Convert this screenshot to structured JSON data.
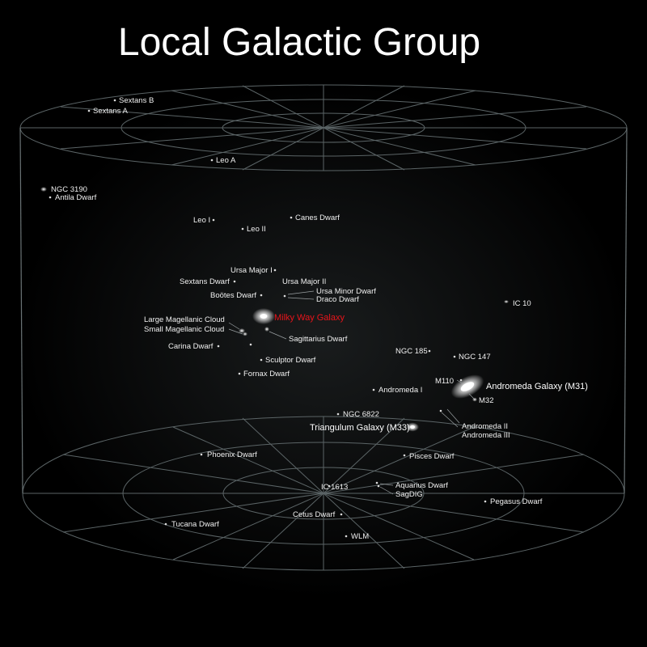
{
  "title": "Local Galactic Group",
  "colors": {
    "background": "#000000",
    "grid": "#5b6466",
    "text": "#f0f0f0",
    "highlight": "#e8141b"
  },
  "labels": {
    "sextans_b": "Sextans B",
    "sextans_a": "Sextans A",
    "leo_a": "Leo A",
    "ngc_3190": "NGC 3190",
    "antila_dwarf": "Antila Dwarf",
    "leo_i": "Leo I",
    "leo_ii": "Leo II",
    "canes_dwarf": "Canes Dwarf",
    "ursa_major_i": "Ursa Major I",
    "sextans_dwarf": "Sextans Dwarf",
    "ursa_major_ii": "Ursa Major II",
    "bootes_dwarf": "Boötes Dwarf",
    "ursa_minor_dwarf": "Ursa Minor Dwarf",
    "draco_dwarf": "Draco Dwarf",
    "milky_way": "Milky Way Galaxy",
    "lmc": "Large Magellanic Cloud",
    "smc": "Small Magellanic Cloud",
    "sagittarius_dwarf": "Sagittarius Dwarf",
    "carina_dwarf": "Carina Dwarf",
    "sculptor_dwarf": "Sculptor Dwarf",
    "fornax_dwarf": "Fornax Dwarf",
    "ic_10": "IC 10",
    "ngc_185": "NGC 185",
    "ngc_147": "NGC 147",
    "m110": "M110",
    "andromeda_galaxy": "Andromeda Galaxy (M31)",
    "andromeda_i": "Andromeda I",
    "m32": "M32",
    "ngc_6822": "NGC 6822",
    "andromeda_ii": "Andromeda II",
    "andromeda_iii": "Andromeda III",
    "triangulum": "Triangulum Galaxy (M33)",
    "phoenix_dwarf": "Phoenix Dwarf",
    "pisces_dwarf": "Pisces Dwarf",
    "ic_1613": "IC 1613",
    "aquarius_dwarf": "Aquarius Dwarf",
    "sagdig": "SagDIG",
    "pegasus_dwarf": "Pegasus Dwarf",
    "tucana_dwarf": "Tucana Dwarf",
    "cetus_dwarf": "Cetus Dwarf",
    "wlm": "WLM"
  }
}
